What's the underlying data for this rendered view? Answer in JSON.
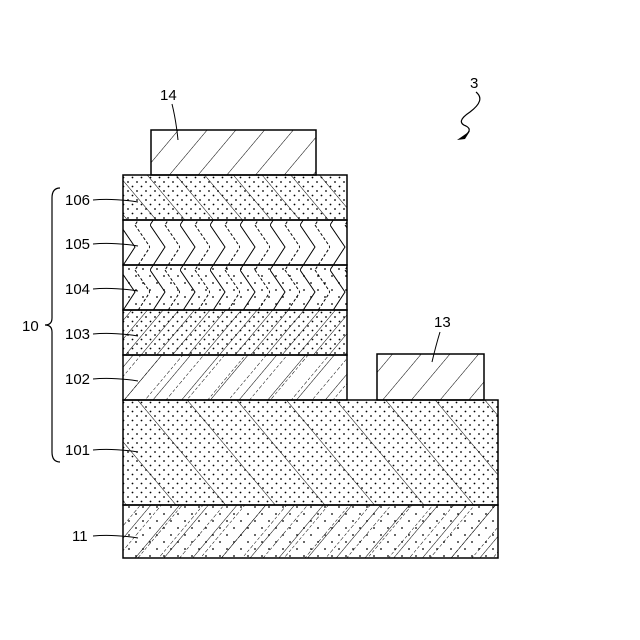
{
  "figure_ref": "3",
  "bracket_label": "10",
  "layers": [
    {
      "id": "106",
      "label": "106"
    },
    {
      "id": "105",
      "label": "105"
    },
    {
      "id": "104",
      "label": "104"
    },
    {
      "id": "103",
      "label": "103"
    },
    {
      "id": "102",
      "label": "102"
    },
    {
      "id": "101",
      "label": "101"
    },
    {
      "id": "11",
      "label": "11"
    }
  ],
  "electrodes": [
    {
      "id": "14",
      "label": "14"
    },
    {
      "id": "13",
      "label": "13"
    }
  ]
}
